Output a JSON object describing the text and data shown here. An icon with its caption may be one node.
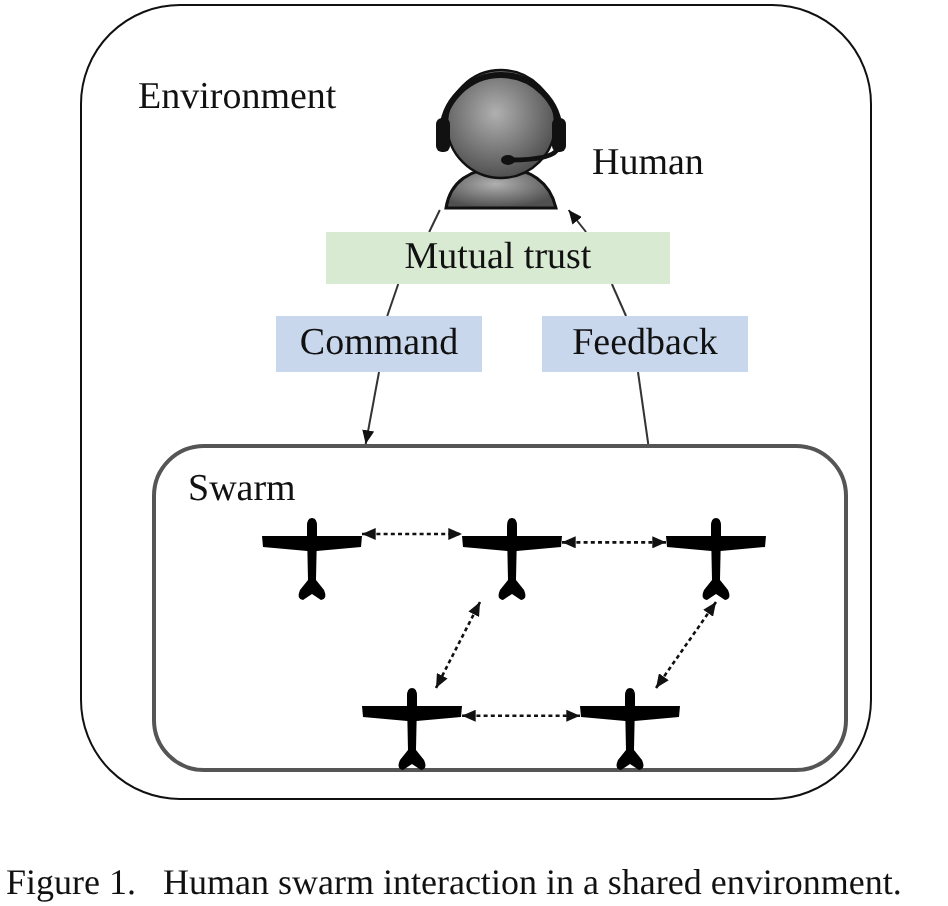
{
  "diagram": {
    "caption": "Figure 1.   Human swarm interaction in a shared environment.",
    "nodes": [
      {
        "text": [
          "Environment"
        ]
      },
      {
        "text": [],
        "shape": "person",
        "in": 0,
        "beside": [
          "Human"
        ]
      },
      {
        "text": [
          "Mutual trust"
        ],
        "in": 0
      },
      {
        "text": [
          "Command"
        ],
        "in": 0
      },
      {
        "text": [
          "Feedback"
        ],
        "in": 0
      },
      {
        "text": [
          "Swarm"
        ],
        "in": 0
      },
      {
        "text": [],
        "shape": "airplane",
        "in": 5
      },
      {
        "text": [],
        "shape": "airplane",
        "in": 5
      },
      {
        "text": [],
        "shape": "airplane",
        "in": 5
      },
      {
        "text": [],
        "shape": "airplane",
        "in": 5
      },
      {
        "text": [],
        "shape": "airplane",
        "in": 5
      }
    ],
    "edges": [
      {
        "from": 1,
        "to": 2,
        "arrow": "none"
      },
      {
        "from": 2,
        "to": 3,
        "arrow": "none"
      },
      {
        "from": 3,
        "to": 5,
        "arrow": "to"
      },
      {
        "from": 5,
        "to": 4,
        "arrow": "none"
      },
      {
        "from": 4,
        "to": 2,
        "arrow": "none"
      },
      {
        "from": 2,
        "to": 1,
        "arrow": "to"
      },
      {
        "from": 6,
        "to": 7,
        "arrow": "both",
        "style": "dashed"
      },
      {
        "from": 7,
        "to": 8,
        "arrow": "both",
        "style": "dashed"
      },
      {
        "from": 7,
        "to": 9,
        "arrow": "both",
        "style": "dashed"
      },
      {
        "from": 8,
        "to": 10,
        "arrow": "both",
        "style": "dashed"
      },
      {
        "from": 9,
        "to": 10,
        "arrow": "both",
        "style": "dashed"
      }
    ]
  }
}
